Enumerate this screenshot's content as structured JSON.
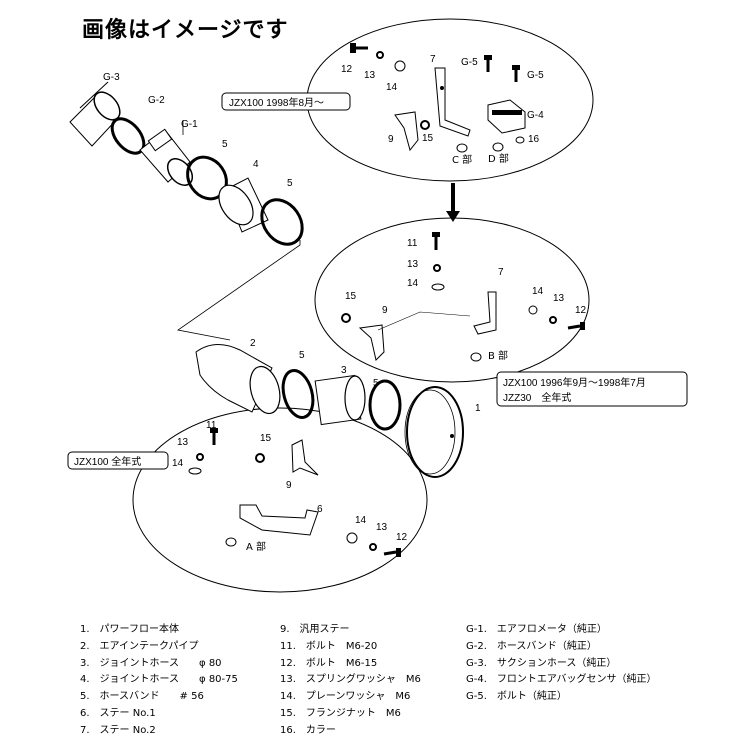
{
  "title": "画像はイメージです",
  "callouts": {
    "top": "JZX100 1998年8月～",
    "mid_line1": "JZX100 1996年9月～1998年7月",
    "mid_line2": "JZZ30　全年式",
    "bottom": "JZX100 全年式"
  },
  "part_labels": {
    "g3": "G-3",
    "g2": "G-2",
    "g1": "G-1",
    "p5a": "5",
    "p4": "4",
    "p5b": "5",
    "p2": "2",
    "p5c": "5",
    "p3": "3",
    "p5d": "5",
    "p1": "1"
  },
  "top_oval": {
    "n12": "12",
    "n13": "13",
    "n14": "14",
    "n7": "7",
    "g5a": "G-5",
    "g5b": "G-5",
    "g4": "G-4",
    "n9": "9",
    "n15": "15",
    "n16": "16",
    "c": "C 部",
    "d": "D 部"
  },
  "mid_oval": {
    "n11": "11",
    "n13": "13",
    "n14": "14",
    "n7": "7",
    "n15": "15",
    "n9": "9",
    "n14b": "14",
    "n13b": "13",
    "n12": "12",
    "b": "B 部"
  },
  "bottom_oval": {
    "n11": "11",
    "n13": "13",
    "n14": "14",
    "n15": "15",
    "n9": "9",
    "n6": "6",
    "n14b": "14",
    "n13b": "13",
    "n12": "12",
    "a": "A 部"
  },
  "parts_col1": [
    "1.　パワーフロー本体",
    "2.　エアインテークパイプ",
    "3.　ジョイントホース　　φ 80",
    "4.　ジョイントホース　　φ 80-75",
    "5.　ホースバンド　　# 56",
    "6.　ステー No.1",
    "7.　ステー No.2"
  ],
  "parts_col2": [
    "9.　汎用ステー",
    "11.　ボルト　M6-20",
    "12.　ボルト　M6-15",
    "13.　スプリングワッシャ　M6",
    "14.　プレーンワッシャ　M6",
    "15.　フランジナット　M6",
    "16.　カラー"
  ],
  "parts_col3": [
    "G-1.　エアフロメータ（純正）",
    "G-2.　ホースバンド（純正）",
    "G-3.　サクションホース（純正）",
    "G-4.　フロントエアバッグセンサ（純正）",
    "G-5.　ボルト（純正）"
  ]
}
